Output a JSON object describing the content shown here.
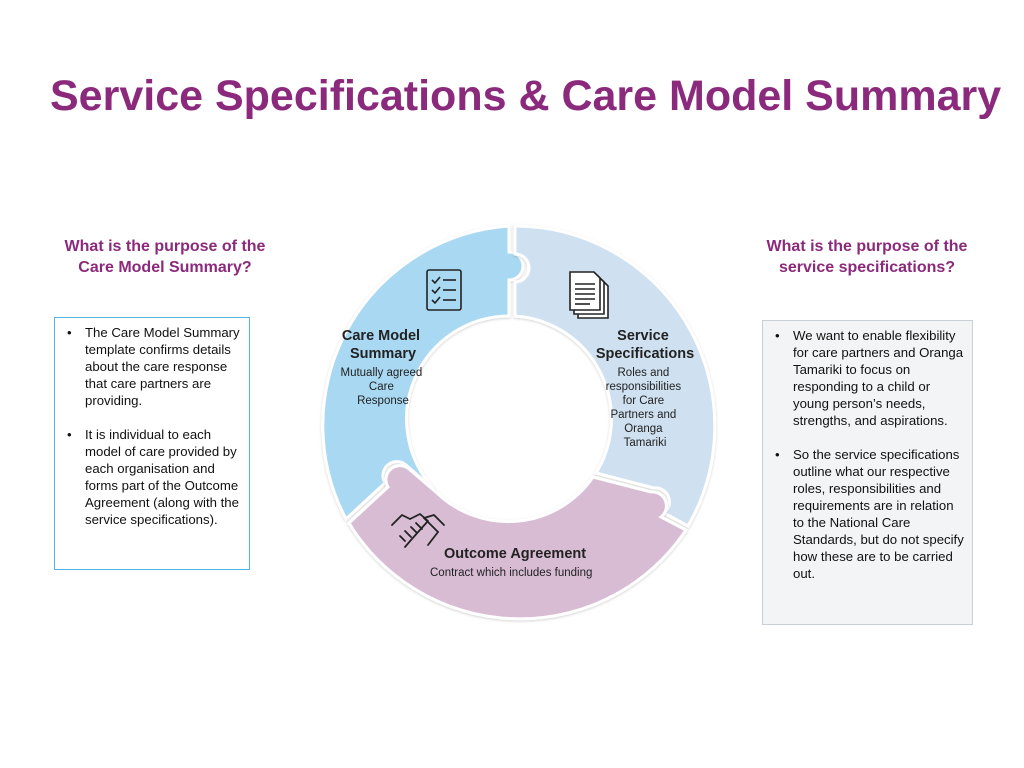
{
  "title": "Service Specifications & Care Model Summary",
  "left": {
    "question": [
      "What is the purpose of the",
      "Care Model Summary?"
    ],
    "bullets": [
      "The Care Model Summary template confirms details about the care response that care partners are providing.",
      "It is individual to each model of care provided by each organisation and forms part of the Outcome Agreement (along with the service specifications)."
    ]
  },
  "right": {
    "question": [
      "What is the purpose of the",
      "service specifications?"
    ],
    "bullets": [
      "We want to enable flexibility for care partners and Oranga Tamariki to focus on responding to a child or young person’s needs, strengths, and aspirations.",
      "So the service specifications outline what our respective roles, responsibilities and requirements are in relation to the National Care Standards, but do not specify how these are to be carried out."
    ]
  },
  "diagram": {
    "segments": [
      {
        "title": [
          "Care Model",
          "Summary"
        ],
        "subtitle": [
          "Mutually agreed",
          "Care",
          "Response"
        ],
        "icon": "checklist-icon",
        "color": "#a9d8f2"
      },
      {
        "title": [
          "Service",
          "Specifications"
        ],
        "subtitle": [
          "Roles and",
          "responsibilities",
          "for Care",
          "Partners and",
          "Oranga",
          "Tamariki"
        ],
        "icon": "documents-icon",
        "color": "#cfe0f0"
      },
      {
        "title": [
          "Outcome Agreement"
        ],
        "subtitle": [
          "Contract which includes funding"
        ],
        "icon": "handshake-icon",
        "color": "#d8bcd4"
      }
    ]
  },
  "colors": {
    "accent": "#8b2a7c",
    "left_box_border": "#4fb6e6",
    "right_box_background": "#f3f4f5"
  }
}
